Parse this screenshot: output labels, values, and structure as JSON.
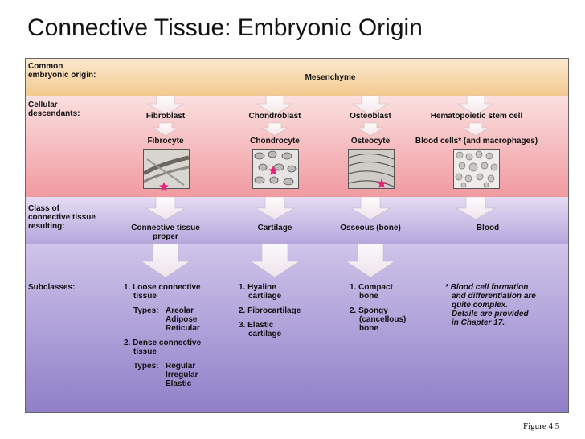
{
  "title": "Connective Tissue: Embryonic Origin",
  "figure_label": "Figure 4.5",
  "rows": {
    "origin_label": "Common embryonic origin:",
    "origin_value": "Mesenchyme",
    "descendants_label": "Cellular descendants:",
    "class_label": "Class of connective tissue resulting:",
    "subclasses_label": "Subclasses:"
  },
  "columns": [
    {
      "descendant": "Fibroblast",
      "mature": "Fibrocyte",
      "class": "Connective tissue proper"
    },
    {
      "descendant": "Chondroblast",
      "mature": "Chondrocyte",
      "class": "Cartilage"
    },
    {
      "descendant": "Osteoblast",
      "mature": "Osteocyte",
      "class": "Osseous (bone)"
    },
    {
      "descendant": "Hematopoietic stem cell",
      "mature": "Blood cells* (and macrophages)",
      "class": "Blood"
    }
  ],
  "subclasses": {
    "ctp": {
      "n1": "1.",
      "loose": "Loose connective",
      "loose2": "tissue",
      "types_label": "Types:",
      "t1": "Areolar",
      "t2": "Adipose",
      "t3": "Reticular",
      "n2": "2.",
      "dense": "Dense connective",
      "dense2": "tissue",
      "types_label2": "Types:",
      "d1": "Regular",
      "d2": "Irregular",
      "d3": "Elastic"
    },
    "cartilage": {
      "n1": "1.",
      "hyaline": "Hyaline",
      "hyaline2": "cartilage",
      "n2": "2.",
      "fibro": "Fibrocartilage",
      "n3": "3.",
      "elastic": "Elastic",
      "elastic2": "cartilage"
    },
    "bone": {
      "n1": "1.",
      "compact": "Compact",
      "compact2": "bone",
      "n2": "2.",
      "spongy": "Spongy",
      "spongy2": "(cancellous)",
      "spongy3": "bone"
    },
    "note": {
      "l1": "* Blood cell formation",
      "l2": "and differentiation are",
      "l3": "quite complex.",
      "l4": "Details are provided",
      "l5": "in Chapter 17."
    }
  },
  "colors": {
    "origin_band": "#f3c98f",
    "descendant_band": "#f09aa0",
    "class_band": "#b6a7dc",
    "subclass_band": "#8f7fc8",
    "star": "#e8207a"
  }
}
